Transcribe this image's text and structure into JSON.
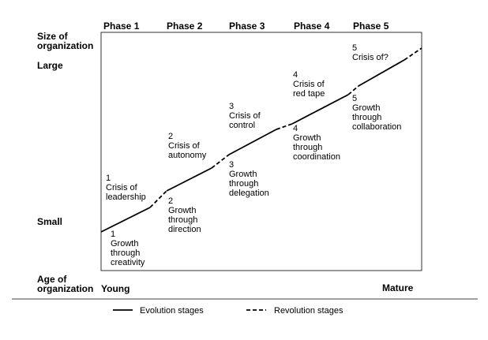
{
  "phases": [
    "Phase 1",
    "Phase 2",
    "Phase 3",
    "Phase 4",
    "Phase 5"
  ],
  "y_axis": {
    "title_line1": "Size of",
    "title_line2": "organization",
    "large": "Large",
    "small": "Small"
  },
  "x_axis": {
    "title_line1": "Age of",
    "title_line2": "organization",
    "young": "Young",
    "mature": "Mature"
  },
  "crises": [
    {
      "num": "1",
      "line1": "Crisis of",
      "line2": "leadership"
    },
    {
      "num": "2",
      "line1": "Crisis of",
      "line2": "autonomy"
    },
    {
      "num": "3",
      "line1": "Crisis of",
      "line2": "control"
    },
    {
      "num": "4",
      "line1": "Crisis of",
      "line2": "red tape"
    },
    {
      "num": "5",
      "line1": "Crisis of?",
      "line2": ""
    }
  ],
  "growths": [
    {
      "num": "1",
      "line1": "Growth",
      "line2": "through",
      "line3": "creativity"
    },
    {
      "num": "2",
      "line1": "Growth",
      "line2": "through",
      "line3": "direction"
    },
    {
      "num": "3",
      "line1": "Growth",
      "line2": "through",
      "line3": "delegation"
    },
    {
      "num": "4",
      "line1": "Growth",
      "line2": "through",
      "line3": "coordination"
    },
    {
      "num": "5",
      "line1": "Growth",
      "line2": "through",
      "line3": "collaboration"
    }
  ],
  "legend": {
    "evolution": "Evolution stages",
    "revolution": "Revolution stages"
  }
}
